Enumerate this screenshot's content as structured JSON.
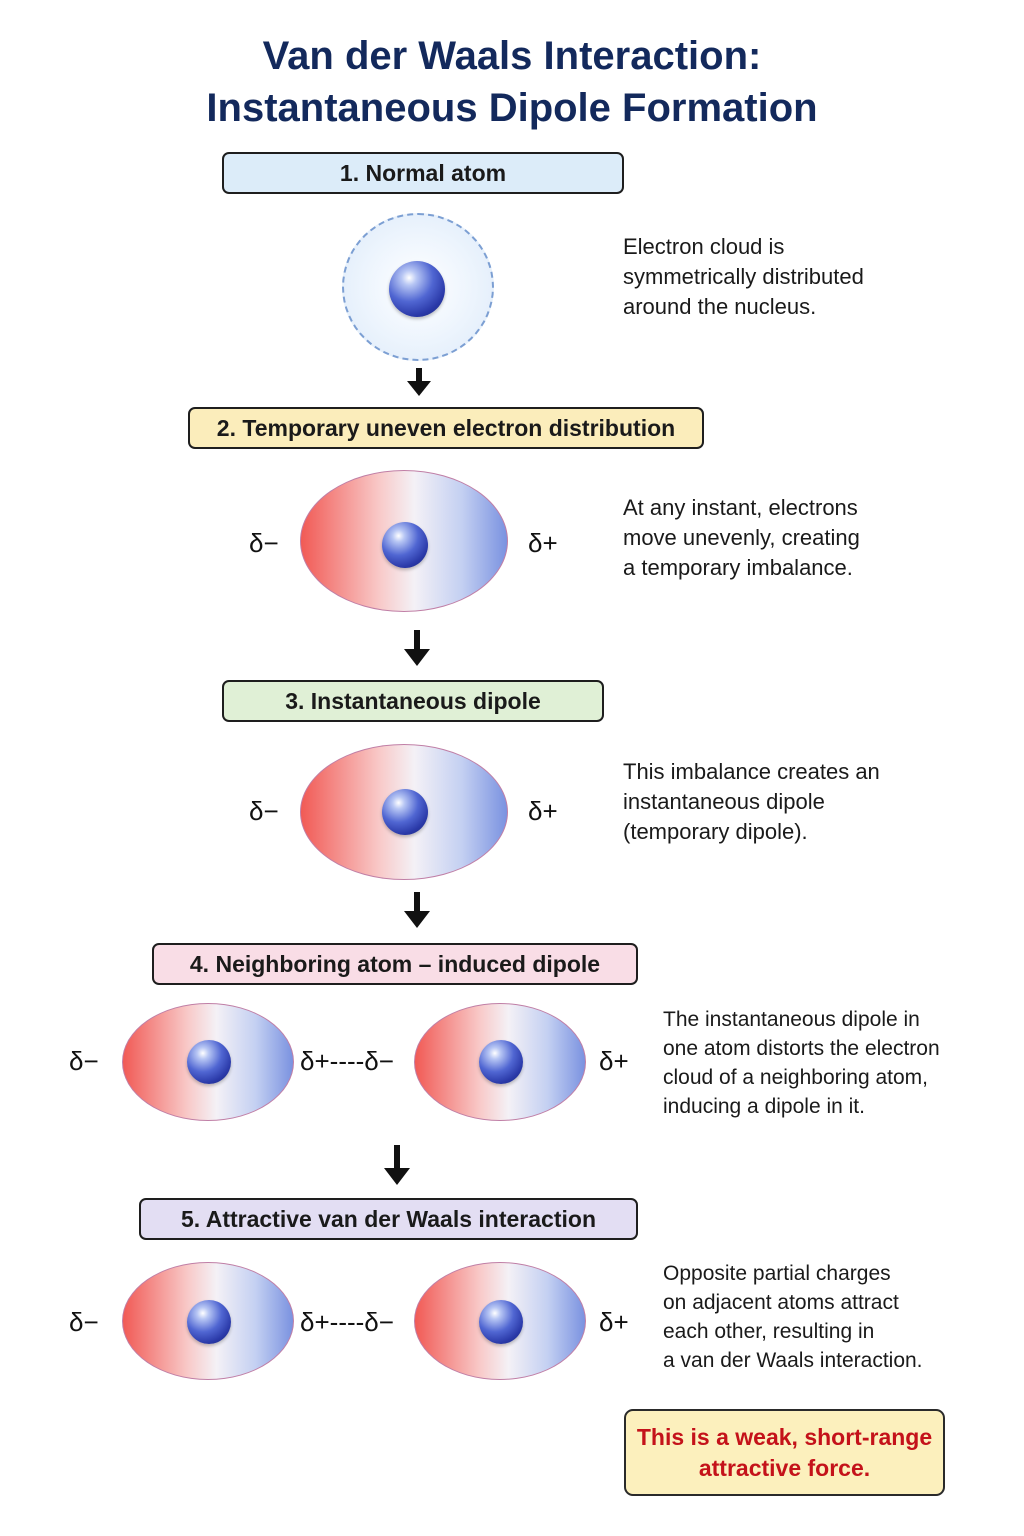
{
  "title": {
    "line1": "Van der Waals Interaction:",
    "line2": "Instantaneous Dipole Formation"
  },
  "steps": [
    {
      "label": "1.  Normal atom",
      "color": "#dcecf9",
      "description": [
        "Electron cloud is",
        "symmetrically distributed",
        "around the nucleus."
      ]
    },
    {
      "label": "2.  Temporary uneven electron distribution",
      "color": "#fbedbb",
      "description": [
        "At any instant, electrons",
        "move unevenly, creating",
        "a temporary imbalance."
      ]
    },
    {
      "label": "3.  Instantaneous dipole",
      "color": "#e0f0d6",
      "description": [
        "This imbalance creates an",
        "instantaneous dipole",
        "(temporary dipole)."
      ]
    },
    {
      "label": "4.  Neighboring atom – induced dipole",
      "color": "#f9dde6",
      "description": [
        "The instantaneous dipole in",
        "one atom distorts the electron",
        "cloud of a neighboring atom,",
        "inducing a dipole in it."
      ]
    },
    {
      "label": "5.  Attractive van der Waals interaction",
      "color": "#e3def3",
      "description": [
        "Opposite partial charges",
        "on adjacent atoms attract",
        "each other, resulting in",
        "a van der Waals interaction."
      ]
    }
  ],
  "charges": {
    "negative": "δ−",
    "positive": "δ+",
    "link": "δ+----δ−"
  },
  "note": {
    "line1": "This is a weak, short-range",
    "line2": "attractive force."
  },
  "colors": {
    "title": "#13295c",
    "note_text": "#c4121a",
    "note_bg": "#fcf0bd",
    "cloud_negative": "#f15a55",
    "cloud_positive": "#7a92e0",
    "nucleus": "#2a39a8"
  }
}
